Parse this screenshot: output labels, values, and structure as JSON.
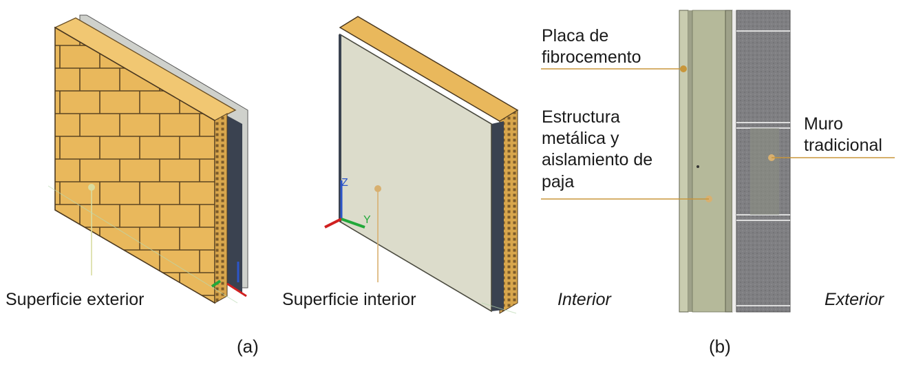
{
  "panel_a": {
    "label_exterior": "Superficie exterior",
    "label_interior": "Superficie interior",
    "caption": "(a)",
    "axis_z": "Z",
    "axis_y": "Y"
  },
  "panel_b": {
    "label_placa_1": "Placa de",
    "label_placa_2": "fibrocemento",
    "label_estructura_1": "Estructura",
    "label_estructura_2": "metálica y",
    "label_estructura_3": "aislamiento de",
    "label_estructura_4": "paja",
    "label_muro_1": "Muro",
    "label_muro_2": "tradicional",
    "side_interior": "Interior",
    "side_exterior": "Exterior",
    "caption": "(b)"
  },
  "colors": {
    "brick": "#e9b85c",
    "brick_dark": "#b88735",
    "board": "#dcdccb",
    "steel": "#3a4250",
    "leader": "#c8963a",
    "section_green": "#b5b99a",
    "section_gray": "#7d7d7d"
  }
}
